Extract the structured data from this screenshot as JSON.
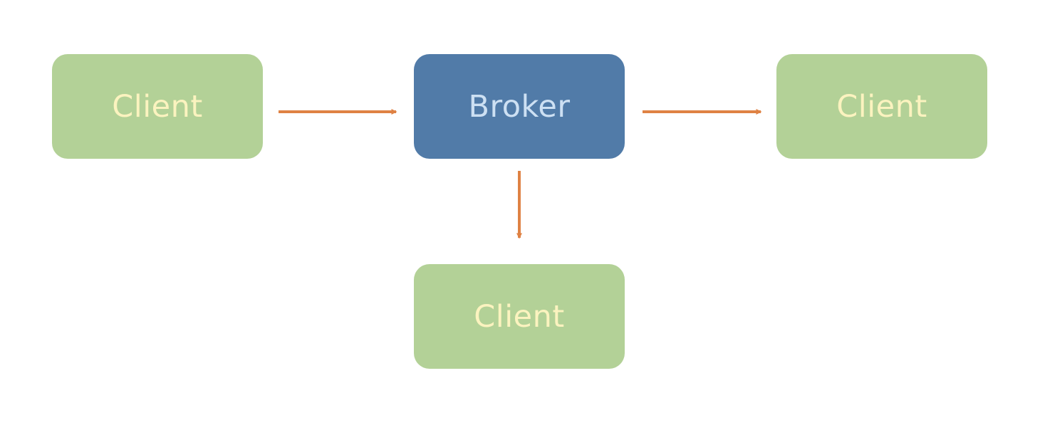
{
  "nodes": {
    "client_left": {
      "label": "Client"
    },
    "broker": {
      "label": "Broker"
    },
    "client_right": {
      "label": "Client"
    },
    "client_bottom": {
      "label": "Client"
    }
  },
  "edges": [
    {
      "from": "client_left",
      "to": "broker"
    },
    {
      "from": "broker",
      "to": "client_right"
    },
    {
      "from": "broker",
      "to": "client_bottom"
    }
  ],
  "colors": {
    "client_fill": "#b3d197",
    "client_text": "#fbf3bf",
    "broker_fill": "#517ba8",
    "broker_text": "#cde0f3",
    "arrow": "#df8244"
  }
}
